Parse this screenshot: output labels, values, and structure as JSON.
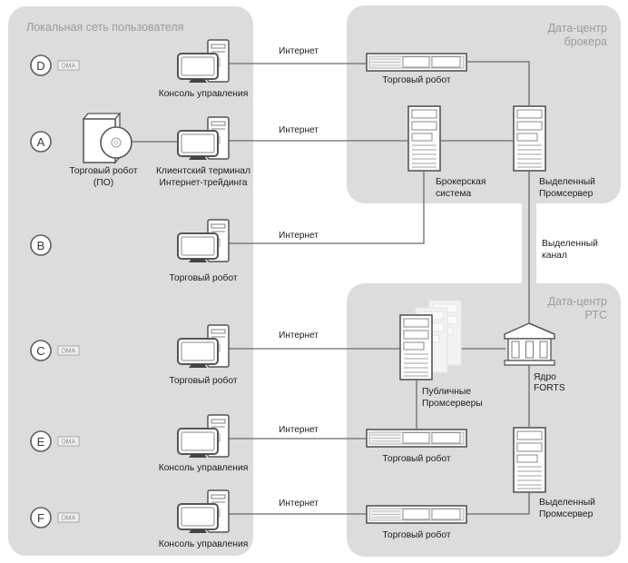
{
  "panels": {
    "local": {
      "title": "Локальная сеть пользователя"
    },
    "broker": {
      "title_line1": "Дата-центр",
      "title_line2": "брокера"
    },
    "rts": {
      "title_line1": "Дата-центр",
      "title_line2": "РТС"
    }
  },
  "rows": [
    {
      "id": "D",
      "dma": "DMA",
      "device_line1": "Консоль управления",
      "device_line2": "",
      "link": "Интернет"
    },
    {
      "id": "A",
      "dma": "",
      "device_line1": "Клиентский терминал",
      "device_line2": "Интернет-трейдинга",
      "link": "Интернет"
    },
    {
      "id": "B",
      "dma": "",
      "device_line1": "Торговый робот",
      "device_line2": "",
      "link": "Интернет"
    },
    {
      "id": "C",
      "dma": "DMA",
      "device_line1": "Торговый робот",
      "device_line2": "",
      "link": "Интернет"
    },
    {
      "id": "E",
      "dma": "DMA",
      "device_line1": "Консоль управления",
      "device_line2": "",
      "link": "Интернет"
    },
    {
      "id": "F",
      "dma": "DMA",
      "device_line1": "Консоль управления",
      "device_line2": "",
      "link": "Интернет"
    }
  ],
  "software": {
    "line1": "Торговый робот",
    "line2": "(ПО)"
  },
  "broker_dc": {
    "robot": "Торговый робот",
    "broker_system_line1": "Брокерская",
    "broker_system_line2": "система",
    "dedicated_line1": "Выделенный",
    "dedicated_line2": "Промсервер"
  },
  "channel": {
    "line1": "Выделенный",
    "line2": "канал"
  },
  "rts_dc": {
    "public_line1": "Публичные",
    "public_line2": "Промсерверы",
    "core_line1": "Ядро",
    "core_line2": "FORTS",
    "robot_1": "Торговый робот",
    "dedicated_line1": "Выделенный",
    "dedicated_line2": "Промсервер",
    "robot_2": "Торговый робот"
  },
  "icons": {
    "workstation": "computer-icon",
    "software_box": "software-box-icon",
    "rack_server": "rack-server-icon",
    "tower_server": "tower-server-icon",
    "exchange_core": "exchange-building-icon"
  },
  "colors": {
    "panel": "#dcdcdc",
    "wire": "#6a6a6a",
    "panel_title": "#9b9b9b",
    "label": "#1c1c1c"
  }
}
